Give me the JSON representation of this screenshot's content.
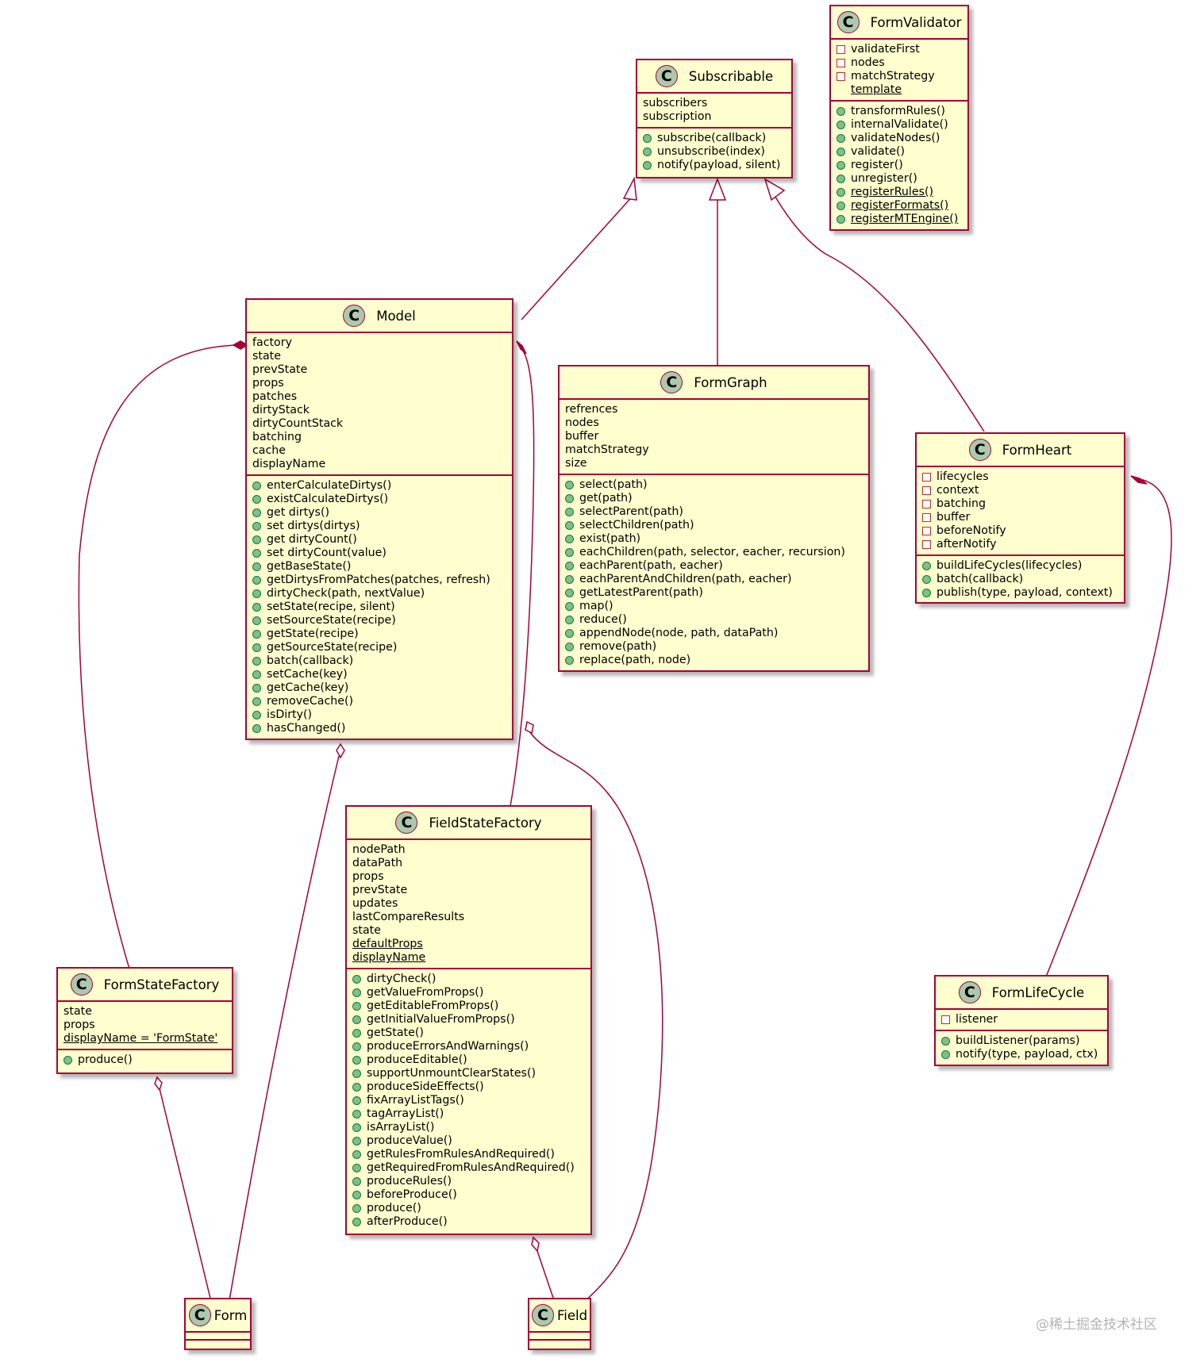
{
  "diagram": {
    "classes": {
      "subscribable": {
        "name": "Subscribable",
        "attributes": [
          {
            "vis": "",
            "text": "subscribers"
          },
          {
            "vis": "",
            "text": "subscription"
          }
        ],
        "methods": [
          {
            "vis": "public",
            "text": "subscribe(callback)"
          },
          {
            "vis": "public",
            "text": "unsubscribe(index)"
          },
          {
            "vis": "public",
            "text": "notify(payload, silent)"
          }
        ]
      },
      "formvalidator": {
        "name": "FormValidator",
        "attributes": [
          {
            "vis": "private",
            "text": "validateFirst"
          },
          {
            "vis": "private",
            "text": "nodes"
          },
          {
            "vis": "private",
            "text": "matchStrategy"
          },
          {
            "vis": "",
            "text": "template",
            "underline": true,
            "indent": true
          }
        ],
        "methods": [
          {
            "vis": "public",
            "text": "transformRules()"
          },
          {
            "vis": "public",
            "text": "internalValidate()"
          },
          {
            "vis": "public",
            "text": "validateNodes()"
          },
          {
            "vis": "public",
            "text": "validate()"
          },
          {
            "vis": "public",
            "text": "register()"
          },
          {
            "vis": "public",
            "text": "unregister()"
          },
          {
            "vis": "public",
            "text": "registerRules()",
            "underline": true
          },
          {
            "vis": "public",
            "text": "registerFormats()",
            "underline": true
          },
          {
            "vis": "public",
            "text": "registerMTEngine()",
            "underline": true
          }
        ]
      },
      "model": {
        "name": "Model",
        "attributes": [
          {
            "vis": "",
            "text": "factory"
          },
          {
            "vis": "",
            "text": "state"
          },
          {
            "vis": "",
            "text": "prevState"
          },
          {
            "vis": "",
            "text": "props"
          },
          {
            "vis": "",
            "text": "patches"
          },
          {
            "vis": "",
            "text": "dirtyStack"
          },
          {
            "vis": "",
            "text": "dirtyCountStack"
          },
          {
            "vis": "",
            "text": "batching"
          },
          {
            "vis": "",
            "text": "cache"
          },
          {
            "vis": "",
            "text": "displayName"
          }
        ],
        "methods": [
          {
            "vis": "public",
            "text": "enterCalculateDirtys()"
          },
          {
            "vis": "public",
            "text": "existCalculateDirtys()"
          },
          {
            "vis": "public",
            "text": "get dirtys()"
          },
          {
            "vis": "public",
            "text": "set dirtys(dirtys)"
          },
          {
            "vis": "public",
            "text": "get dirtyCount()"
          },
          {
            "vis": "public",
            "text": "set dirtyCount(value)"
          },
          {
            "vis": "public",
            "text": "getBaseState()"
          },
          {
            "vis": "public",
            "text": "getDirtysFromPatches(patches, refresh)"
          },
          {
            "vis": "public",
            "text": "dirtyCheck(path, nextValue)"
          },
          {
            "vis": "public",
            "text": "setState(recipe, silent)"
          },
          {
            "vis": "public",
            "text": "setSourceState(recipe)"
          },
          {
            "vis": "public",
            "text": "getState(recipe)"
          },
          {
            "vis": "public",
            "text": "getSourceState(recipe)"
          },
          {
            "vis": "public",
            "text": "batch(callback)"
          },
          {
            "vis": "public",
            "text": "setCache(key)"
          },
          {
            "vis": "public",
            "text": "getCache(key)"
          },
          {
            "vis": "public",
            "text": "removeCache()"
          },
          {
            "vis": "public",
            "text": "isDirty()"
          },
          {
            "vis": "public",
            "text": "hasChanged()"
          }
        ]
      },
      "formgraph": {
        "name": "FormGraph",
        "attributes": [
          {
            "vis": "",
            "text": "refrences"
          },
          {
            "vis": "",
            "text": "nodes"
          },
          {
            "vis": "",
            "text": "buffer"
          },
          {
            "vis": "",
            "text": "matchStrategy"
          },
          {
            "vis": "",
            "text": "size"
          }
        ],
        "methods": [
          {
            "vis": "public",
            "text": "select(path)"
          },
          {
            "vis": "public",
            "text": "get(path)"
          },
          {
            "vis": "public",
            "text": "selectParent(path)"
          },
          {
            "vis": "public",
            "text": "selectChildren(path)"
          },
          {
            "vis": "public",
            "text": "exist(path)"
          },
          {
            "vis": "public",
            "text": "eachChildren(path, selector, eacher, recursion)"
          },
          {
            "vis": "public",
            "text": "eachParent(path, eacher)"
          },
          {
            "vis": "public",
            "text": "eachParentAndChildren(path, eacher)"
          },
          {
            "vis": "public",
            "text": "getLatestParent(path)"
          },
          {
            "vis": "public",
            "text": "map()"
          },
          {
            "vis": "public",
            "text": "reduce()"
          },
          {
            "vis": "public",
            "text": "appendNode(node, path, dataPath)"
          },
          {
            "vis": "public",
            "text": "remove(path)"
          },
          {
            "vis": "public",
            "text": "replace(path, node)"
          }
        ]
      },
      "formheart": {
        "name": "FormHeart",
        "attributes": [
          {
            "vis": "private",
            "text": "lifecycles"
          },
          {
            "vis": "private",
            "text": "context"
          },
          {
            "vis": "private",
            "text": "batching"
          },
          {
            "vis": "private",
            "text": "buffer"
          },
          {
            "vis": "private",
            "text": "beforeNotify"
          },
          {
            "vis": "private",
            "text": "afterNotify"
          }
        ],
        "methods": [
          {
            "vis": "public",
            "text": "buildLifeCycles(lifecycles)"
          },
          {
            "vis": "public",
            "text": "batch(callback)"
          },
          {
            "vis": "public",
            "text": "publish(type, payload, context)"
          }
        ]
      },
      "fieldstatefactory": {
        "name": "FieldStateFactory",
        "attributes": [
          {
            "vis": "",
            "text": "nodePath"
          },
          {
            "vis": "",
            "text": "dataPath"
          },
          {
            "vis": "",
            "text": "props"
          },
          {
            "vis": "",
            "text": "prevState"
          },
          {
            "vis": "",
            "text": "updates"
          },
          {
            "vis": "",
            "text": "lastCompareResults"
          },
          {
            "vis": "",
            "text": "state"
          },
          {
            "vis": "",
            "text": "defaultProps",
            "underline": true
          },
          {
            "vis": "",
            "text": "displayName",
            "underline": true
          }
        ],
        "methods": [
          {
            "vis": "public",
            "text": "dirtyCheck()"
          },
          {
            "vis": "public",
            "text": "getValueFromProps()"
          },
          {
            "vis": "public",
            "text": "getEditableFromProps()"
          },
          {
            "vis": "public",
            "text": "getInitialValueFromProps()"
          },
          {
            "vis": "public",
            "text": "getState()"
          },
          {
            "vis": "public",
            "text": "produceErrorsAndWarnings()"
          },
          {
            "vis": "public",
            "text": "produceEditable()"
          },
          {
            "vis": "public",
            "text": "supportUnmountClearStates()"
          },
          {
            "vis": "public",
            "text": "produceSideEffects()"
          },
          {
            "vis": "public",
            "text": "fixArrayListTags()"
          },
          {
            "vis": "public",
            "text": "tagArrayList()"
          },
          {
            "vis": "public",
            "text": "isArrayList()"
          },
          {
            "vis": "public",
            "text": "produceValue()"
          },
          {
            "vis": "public",
            "text": "getRulesFromRulesAndRequired()"
          },
          {
            "vis": "public",
            "text": "getRequiredFromRulesAndRequired()"
          },
          {
            "vis": "public",
            "text": "produceRules()"
          },
          {
            "vis": "public",
            "text": "beforeProduce()"
          },
          {
            "vis": "public",
            "text": "produce()"
          },
          {
            "vis": "public",
            "text": "afterProduce()"
          }
        ]
      },
      "formstatefactory": {
        "name": "FormStateFactory",
        "attributes": [
          {
            "vis": "",
            "text": "state"
          },
          {
            "vis": "",
            "text": "props"
          },
          {
            "vis": "",
            "text": "displayName = 'FormState'",
            "underline": true
          }
        ],
        "methods": [
          {
            "vis": "public",
            "text": "produce()"
          }
        ]
      },
      "formlifecycle": {
        "name": "FormLifeCycle",
        "attributes": [
          {
            "vis": "private",
            "text": "listener"
          }
        ],
        "methods": [
          {
            "vis": "public",
            "text": "buildListener(params)"
          },
          {
            "vis": "public",
            "text": "notify(type, payload, ctx)"
          }
        ]
      },
      "form": {
        "name": "Form",
        "attributes": [],
        "methods": []
      },
      "field": {
        "name": "Field",
        "attributes": [],
        "methods": []
      }
    },
    "relations": [
      {
        "from": "model",
        "to": "subscribable",
        "type": "inheritance"
      },
      {
        "from": "formgraph",
        "to": "subscribable",
        "type": "inheritance"
      },
      {
        "from": "formheart",
        "to": "subscribable",
        "type": "inheritance"
      },
      {
        "from": "model",
        "to": "formstatefactory",
        "type": "composition"
      },
      {
        "from": "model",
        "to": "fieldstatefactory",
        "type": "composition"
      },
      {
        "from": "model",
        "to": "form",
        "type": "aggregation"
      },
      {
        "from": "model",
        "to": "field",
        "type": "aggregation"
      },
      {
        "from": "formstatefactory",
        "to": "form",
        "type": "aggregation"
      },
      {
        "from": "fieldstatefactory",
        "to": "field",
        "type": "aggregation"
      },
      {
        "from": "formheart",
        "to": "formlifecycle",
        "type": "composition"
      }
    ]
  },
  "watermark": "@稀土掘金技术社区",
  "colors": {
    "border": "#a80036",
    "fill": "#fefece",
    "icon": "#adc9ad",
    "public": "#84be84",
    "private_border": "#c82930"
  }
}
